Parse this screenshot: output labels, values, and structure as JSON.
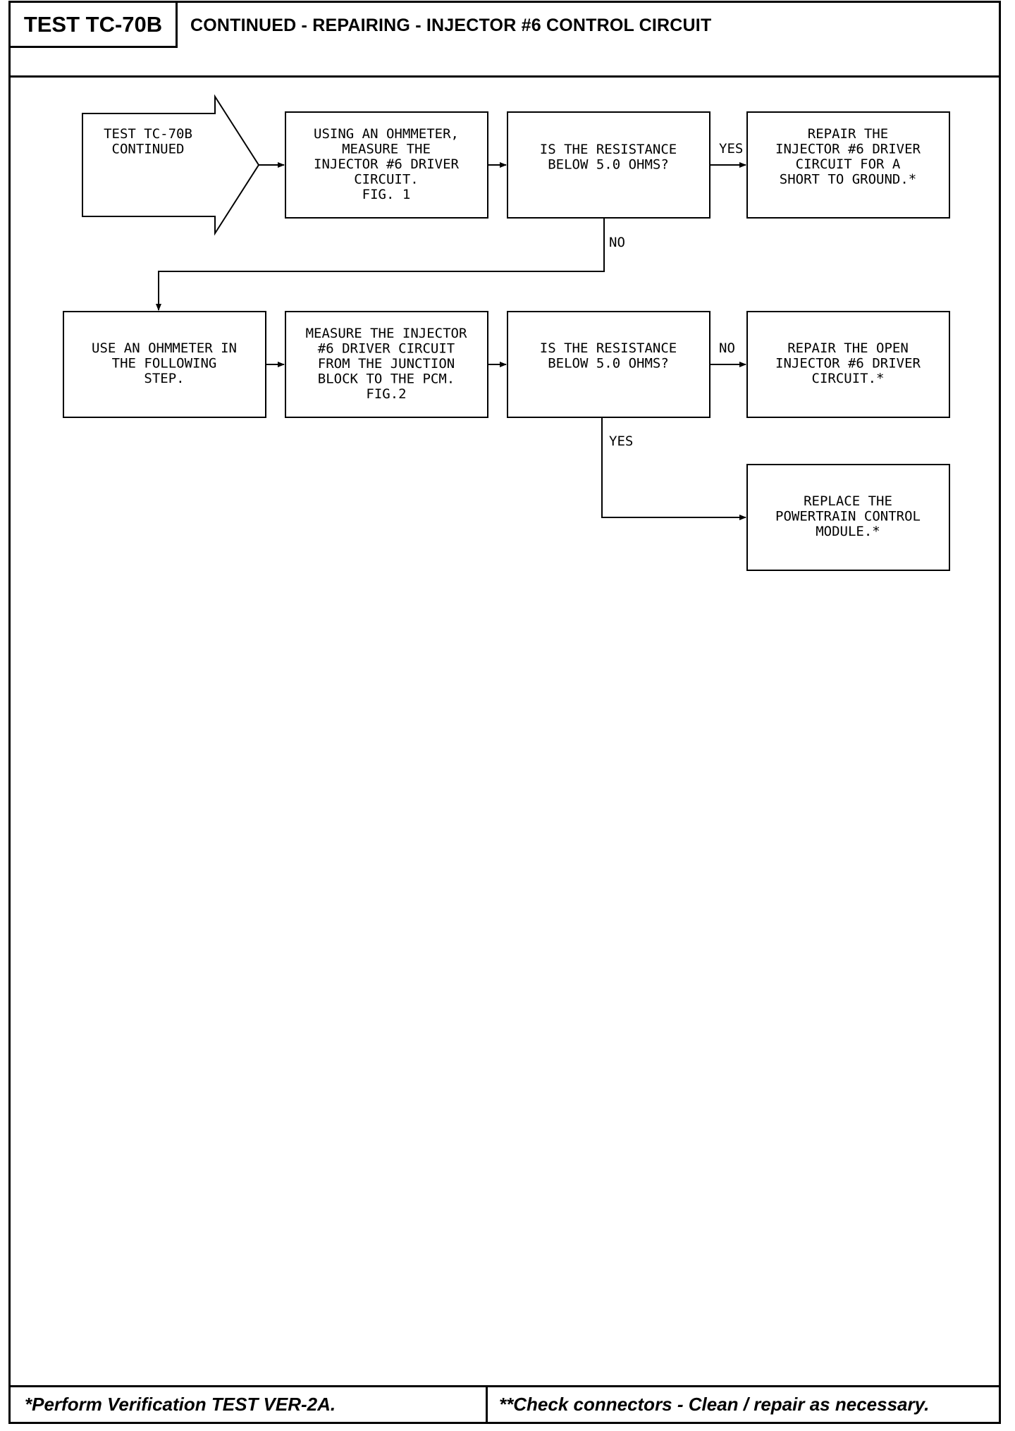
{
  "header": {
    "test_id": "TEST TC-70B",
    "title": "CONTINUED - REPAIRING - INJECTOR #6 CONTROL CIRCUIT"
  },
  "flow": {
    "start": [
      "TEST TC-70B",
      "CONTINUED"
    ],
    "step1": [
      "USING AN OHMMETER,",
      "MEASURE THE",
      "INJECTOR #6 DRIVER",
      "CIRCUIT.",
      "FIG. 1"
    ],
    "decision1": [
      "IS THE RESISTANCE",
      "BELOW 5.0 OHMS?"
    ],
    "result1": [
      "REPAIR THE",
      "INJECTOR #6 DRIVER",
      "CIRCUIT FOR A",
      "SHORT TO GROUND.*"
    ],
    "step2": [
      "USE AN OHMMETER IN",
      "THE FOLLOWING",
      "STEP."
    ],
    "step3": [
      "MEASURE THE INJECTOR",
      "#6 DRIVER CIRCUIT",
      "FROM THE JUNCTION",
      "BLOCK TO THE PCM.",
      "FIG.2"
    ],
    "decision2": [
      "IS THE RESISTANCE",
      "BELOW 5.0 OHMS?"
    ],
    "result2": [
      "REPAIR THE OPEN",
      "INJECTOR #6 DRIVER",
      "CIRCUIT.*"
    ],
    "result3": [
      "REPLACE THE",
      "POWERTRAIN CONTROL",
      "MODULE.*"
    ],
    "labels": {
      "yes1": "YES",
      "no1": "NO",
      "no2": "NO",
      "yes2": "YES"
    }
  },
  "footer": {
    "left": "*Perform Verification TEST VER-2A.",
    "right": "**Check connectors - Clean / repair as necessary."
  }
}
